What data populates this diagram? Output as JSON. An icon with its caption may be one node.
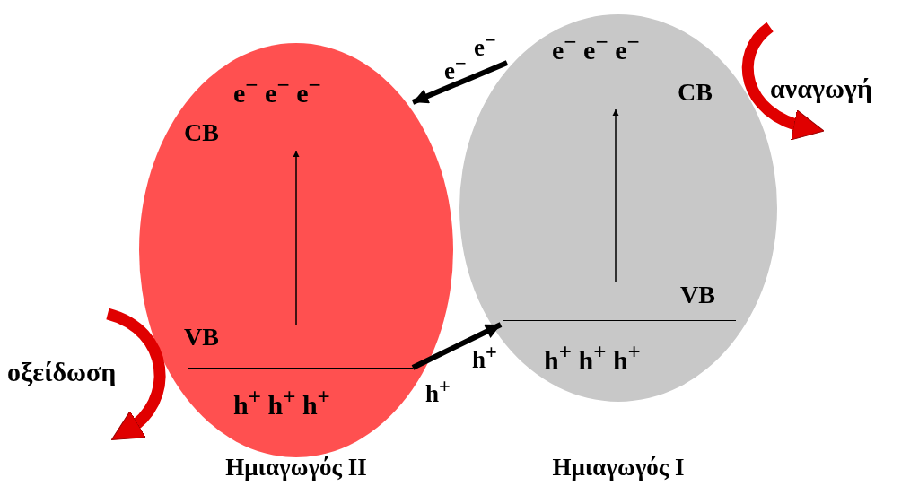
{
  "diagram": {
    "nodes": [
      {
        "text": [
          "Ημιαγωγός II"
        ]
      },
      {
        "text": [
          "e$^{−}$ e$^{−}$ e$^{−}$",
          "CB"
        ],
        "in": 0
      },
      {
        "text": [
          "VB",
          "h$^{+}$ h$^{+}$ h$^{+}$"
        ],
        "in": 0
      },
      {
        "text": [
          "Ημιαγωγός I"
        ]
      },
      {
        "text": [
          "e$^{−}$ e$^{−}$ e$^{−}$",
          "CB"
        ],
        "in": 3
      },
      {
        "text": [
          "VB",
          "h$^{+}$ h$^{+}$ h$^{+}$"
        ],
        "in": 3
      }
    ],
    "edges": [
      {
        "from": 2,
        "to": 1,
        "arrow": "to"
      },
      {
        "from": 5,
        "to": 4,
        "arrow": "to"
      },
      {
        "from": 4,
        "to": 1,
        "arrow": "to",
        "label": "e$^{−}$",
        "style": "thick"
      },
      {
        "from": 2,
        "to": 5,
        "arrow": "to",
        "label": "h$^{+}$",
        "style": "thick"
      }
    ],
    "labels": [
      "e$^{−}$",
      "αναγωγή",
      "οξείδωση",
      "h$^{+}$"
    ]
  }
}
